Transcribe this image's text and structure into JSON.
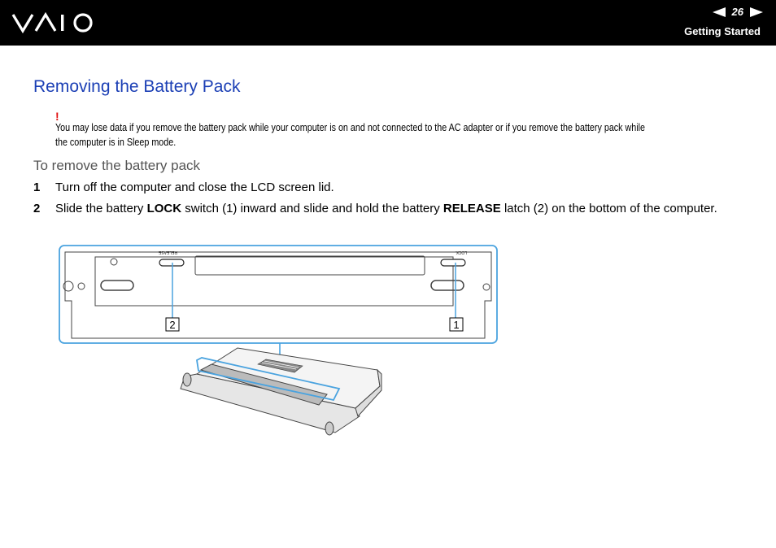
{
  "header": {
    "brand": "VAIO",
    "page_number": "26",
    "section": "Getting Started"
  },
  "title": "Removing the Battery Pack",
  "note": {
    "mark": "!",
    "text": "You may lose data if you remove the battery pack while your computer is on and not connected to the AC adapter or if you remove the battery pack while the computer is in Sleep mode."
  },
  "subheading": "To remove the battery pack",
  "steps": [
    {
      "num": "1",
      "parts": [
        "Turn off the computer and close the LCD screen lid."
      ]
    },
    {
      "num": "2",
      "parts": [
        "Slide the battery ",
        "LOCK",
        " switch (1) inward and slide and hold the battery ",
        "RELEASE",
        " latch (2) on the bottom of the computer."
      ]
    }
  ],
  "figure": {
    "release_label": "RELEASE",
    "lock_label": "LOCK",
    "callout_1": "1",
    "callout_2": "2"
  },
  "colors": {
    "title": "#1b3fb5",
    "warning": "#e01010",
    "callout_line": "#4aa3df"
  }
}
